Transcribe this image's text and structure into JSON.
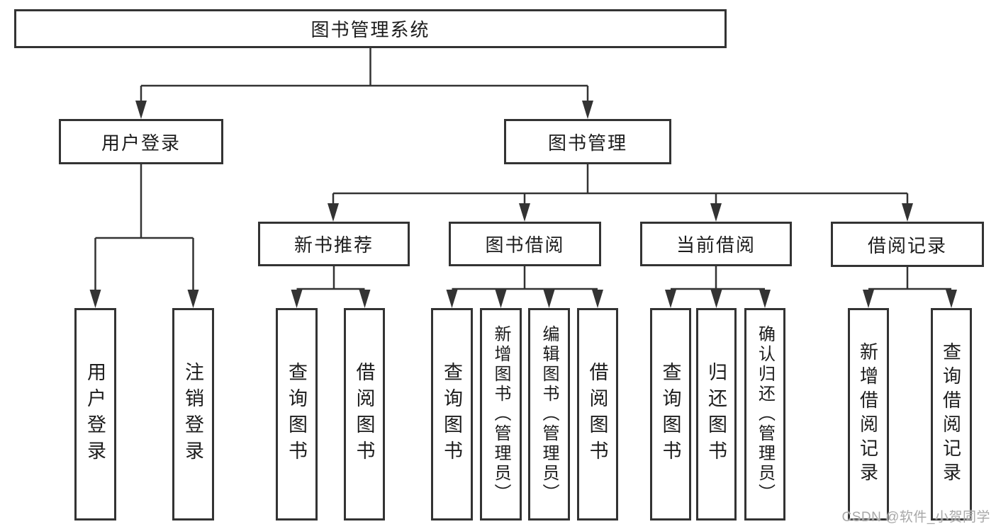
{
  "theme": {
    "background": "#ffffff",
    "line_color": "#333333",
    "border_color": "#333333",
    "text_color": "#1c1c1c",
    "watermark_color": "#a8a8a8"
  },
  "diagram": {
    "title": "图书管理系统",
    "level2": [
      {
        "label": "用户登录"
      },
      {
        "label": "图书管理"
      }
    ],
    "level3": [
      {
        "label": "新书推荐"
      },
      {
        "label": "图书借阅"
      },
      {
        "label": "当前借阅"
      },
      {
        "label": "借阅记录"
      }
    ],
    "leaves": {
      "user_login": [
        "用户登录",
        "注销登录"
      ],
      "new_books": [
        "查询图书",
        "借阅图书"
      ],
      "book_borrow": [
        "查询图书",
        "新增图书（管理员）",
        "编辑图书（管理员）",
        "借阅图书"
      ],
      "current_borrow": [
        "查询图书",
        "归还图书",
        "确认归还（管理员）"
      ],
      "borrow_records": [
        "新增借阅记录",
        "查询借阅记录"
      ]
    }
  },
  "watermark": {
    "text": "CSDN @软件_小贺同学"
  }
}
